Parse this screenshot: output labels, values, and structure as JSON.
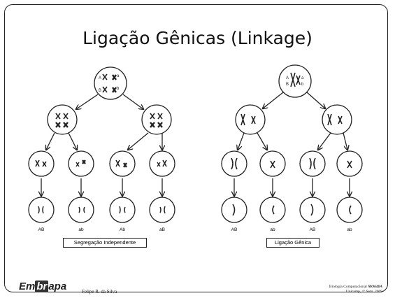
{
  "slide": {
    "title": "Ligação Gênicas (Linkage)"
  },
  "left_diagram": {
    "alleles_upper": [
      "A",
      "a"
    ],
    "alleles_lower": [
      "B",
      "b"
    ],
    "leaf_labels": [
      "AB",
      "ab",
      "Ab",
      "aB"
    ],
    "caption": "Segregação Independente"
  },
  "right_diagram": {
    "alleles_left": [
      "A",
      "B"
    ],
    "alleles_right": [
      "a",
      "b"
    ],
    "leaf_labels": [
      "AB",
      "ab",
      "AB",
      "ab"
    ],
    "caption": "Ligação Gênica"
  },
  "footer": {
    "logo_prefix": "Em",
    "logo_box": "br",
    "logo_suffix": "apa",
    "author": "Felipe R. da Silva",
    "course_name": "Biologia Computacional",
    "course_code": "MO640A",
    "course_line2": "Unicamp, 1º Sem. 2009"
  }
}
